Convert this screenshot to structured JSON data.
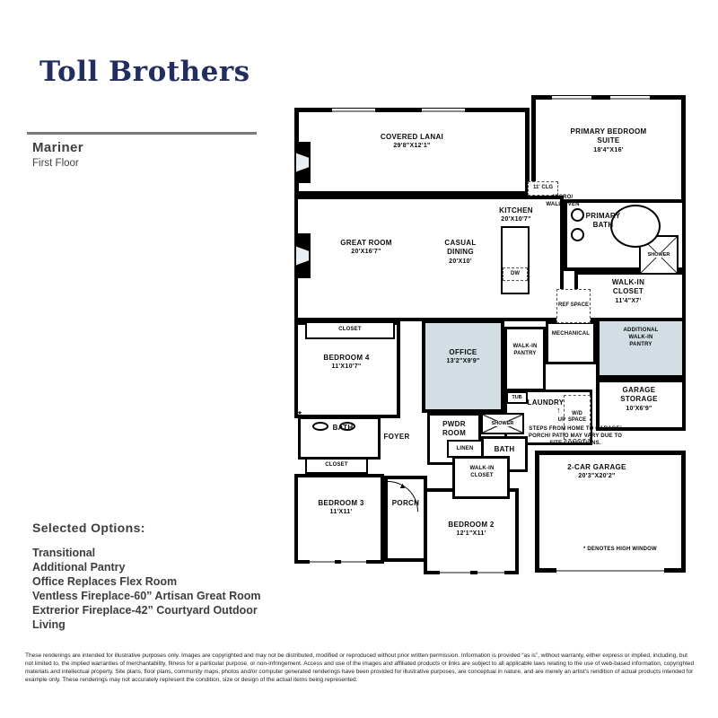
{
  "brand": {
    "logo": "Toll Brothers"
  },
  "plan": {
    "name": "Mariner",
    "floor": "First Floor"
  },
  "colors": {
    "logo_navy": "#232e5f",
    "wall": "#000000",
    "option_highlight": "#d2dde4",
    "divider_gray": "#7b7b7b"
  },
  "floorplan": {
    "rooms": {
      "covered_lanai": {
        "name": "COVERED LANAI",
        "dims": "29'8\"X12'1\""
      },
      "primary_suite": {
        "name": "PRIMARY BEDROOM SUITE",
        "dims": "18'4\"X16'"
      },
      "great_room": {
        "name": "GREAT ROOM",
        "dims": "20'X16'7\""
      },
      "casual_dining": {
        "name": "CASUAL DINING",
        "dims": "20'X10'"
      },
      "kitchen": {
        "name": "KITCHEN",
        "dims": "20'X10'7\""
      },
      "primary_bath": {
        "name": "PRIMARY BATH"
      },
      "primary_closet": {
        "name": "WALK-IN CLOSET",
        "dims": "11'4\"X7'"
      },
      "bedroom_4": {
        "name": "BEDROOM 4",
        "dims": "11'X10'7\""
      },
      "office": {
        "name": "OFFICE",
        "dims": "13'2\"X9'9\""
      },
      "walk_in_pantry": {
        "name": "WALK-IN PANTRY"
      },
      "mechanical": {
        "name": "MECHANICAL"
      },
      "additional_pantry": {
        "name": "ADDITIONAL WALK-IN PANTRY"
      },
      "garage_storage": {
        "name": "GARAGE STORAGE",
        "dims": "10'X6'9\""
      },
      "laundry": {
        "name": "LAUNDRY"
      },
      "bath_1": {
        "name": "BATH"
      },
      "foyer": {
        "name": "FOYER"
      },
      "pwdr_room": {
        "name": "PWDR ROOM"
      },
      "bath_2": {
        "name": "BATH"
      },
      "linen": {
        "name": "LINEN"
      },
      "closet_2": {
        "name": "WALK-IN CLOSET"
      },
      "bedroom_3": {
        "name": "BEDROOM 3",
        "dims": "11'X11'"
      },
      "porch": {
        "name": "PORCH"
      },
      "bedroom_2": {
        "name": "BEDROOM 2",
        "dims": "12'1\"X11'"
      },
      "garage": {
        "name": "2-CAR GARAGE",
        "dims": "20'3\"X20'2\""
      }
    },
    "labels": {
      "closet_b4": "CLOSET",
      "closet_b3": "CLOSET",
      "shower_primary": "SHOWER",
      "shower_hall": "SHOWER",
      "tub": "TUB",
      "dw": "DW",
      "ref_space": "REF SPACE",
      "micro_wall_oven": "MICRO/ WALL OVEN",
      "ceiling": "11' CLG",
      "wd_space": "W/D SPACE",
      "up": "UP",
      "up_arrow_icon": "↑",
      "porch_arrow_icon": "▲",
      "high_window_mark": "*"
    },
    "notes": {
      "steps": "STEPS FROM HOME TO GARAGE/ PORCH/ PATIO MAY VARY DUE TO SITE CONDITIONS.",
      "high_window": "* DENOTES HIGH WINDOW"
    }
  },
  "selected_options": {
    "heading": "Selected Options:",
    "items": [
      "Transitional",
      "Additional Pantry",
      "Office Replaces Flex Room",
      "Ventless Fireplace-60” Artisan Great Room",
      "Extrerior Fireplace-42” Courtyard Outdoor Living"
    ]
  },
  "disclaimer": "These renderings are intended for illustrative purposes only. Images are copyrighted and may not be distributed, modified or reproduced without prior written permission. Information is provided “as is”, without warranty, either express or implied, including, but not limited to, the implied warranties of merchantability, fitness for a particular purpose, or non-infringement. Access and use of the images and affiliated products or links are subject to all applicable laws relating to the use of web-based information, copyrighted materials and intellectual property. Site plans, floor plans, community maps, photos and/or computer generated renderings have been provided for illustrative purposes, are conceptual in nature, and are merely an artist's rendition of actual products intended for example only. These renderings may not accurately represent the condition, size or design of the actual items being represented."
}
